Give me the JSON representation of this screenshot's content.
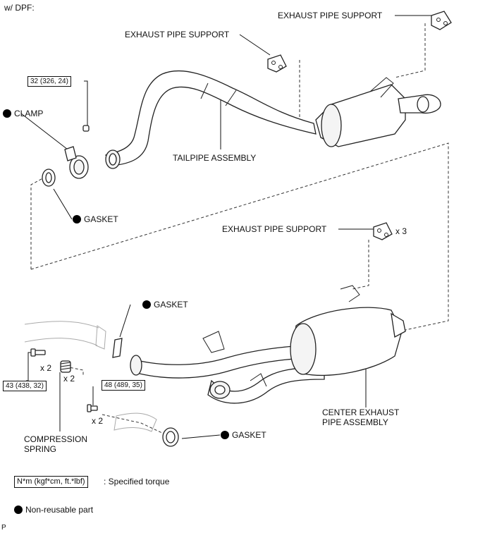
{
  "header": {
    "variant": "w/ DPF:"
  },
  "labels": {
    "exhaust_support_top": "EXHAUST PIPE SUPPORT",
    "exhaust_support_mid": "EXHAUST PIPE SUPPORT",
    "exhaust_support_lower": "EXHAUST PIPE SUPPORT",
    "tailpipe": "TAILPIPE ASSEMBLY",
    "clamp": "CLAMP",
    "gasket_left": "GASKET",
    "gasket_upper_center": "GASKET",
    "gasket_lower": "GASKET",
    "center_pipe_line1": "CENTER EXHAUST",
    "center_pipe_line2": "PIPE ASSEMBLY",
    "compression_line1": "COMPRESSION",
    "compression_line2": "SPRING"
  },
  "torques": {
    "clamp_bolt": "32 (326, 24)",
    "flange_bolt": "43 (438, 32)",
    "lower_bolt": "48 (489, 35)"
  },
  "quantities": {
    "support_qty": "x 3",
    "flange_bolt_qty": "x 2",
    "spring_qty": "x 2",
    "lower_bolt_qty": "x 2"
  },
  "legend": {
    "torque_unit": "N*m (kgf*cm, ft.*lbf)",
    "torque_desc": ": Specified torque",
    "nonreusable": "Non-reusable part"
  },
  "footer": {
    "code": "P"
  }
}
